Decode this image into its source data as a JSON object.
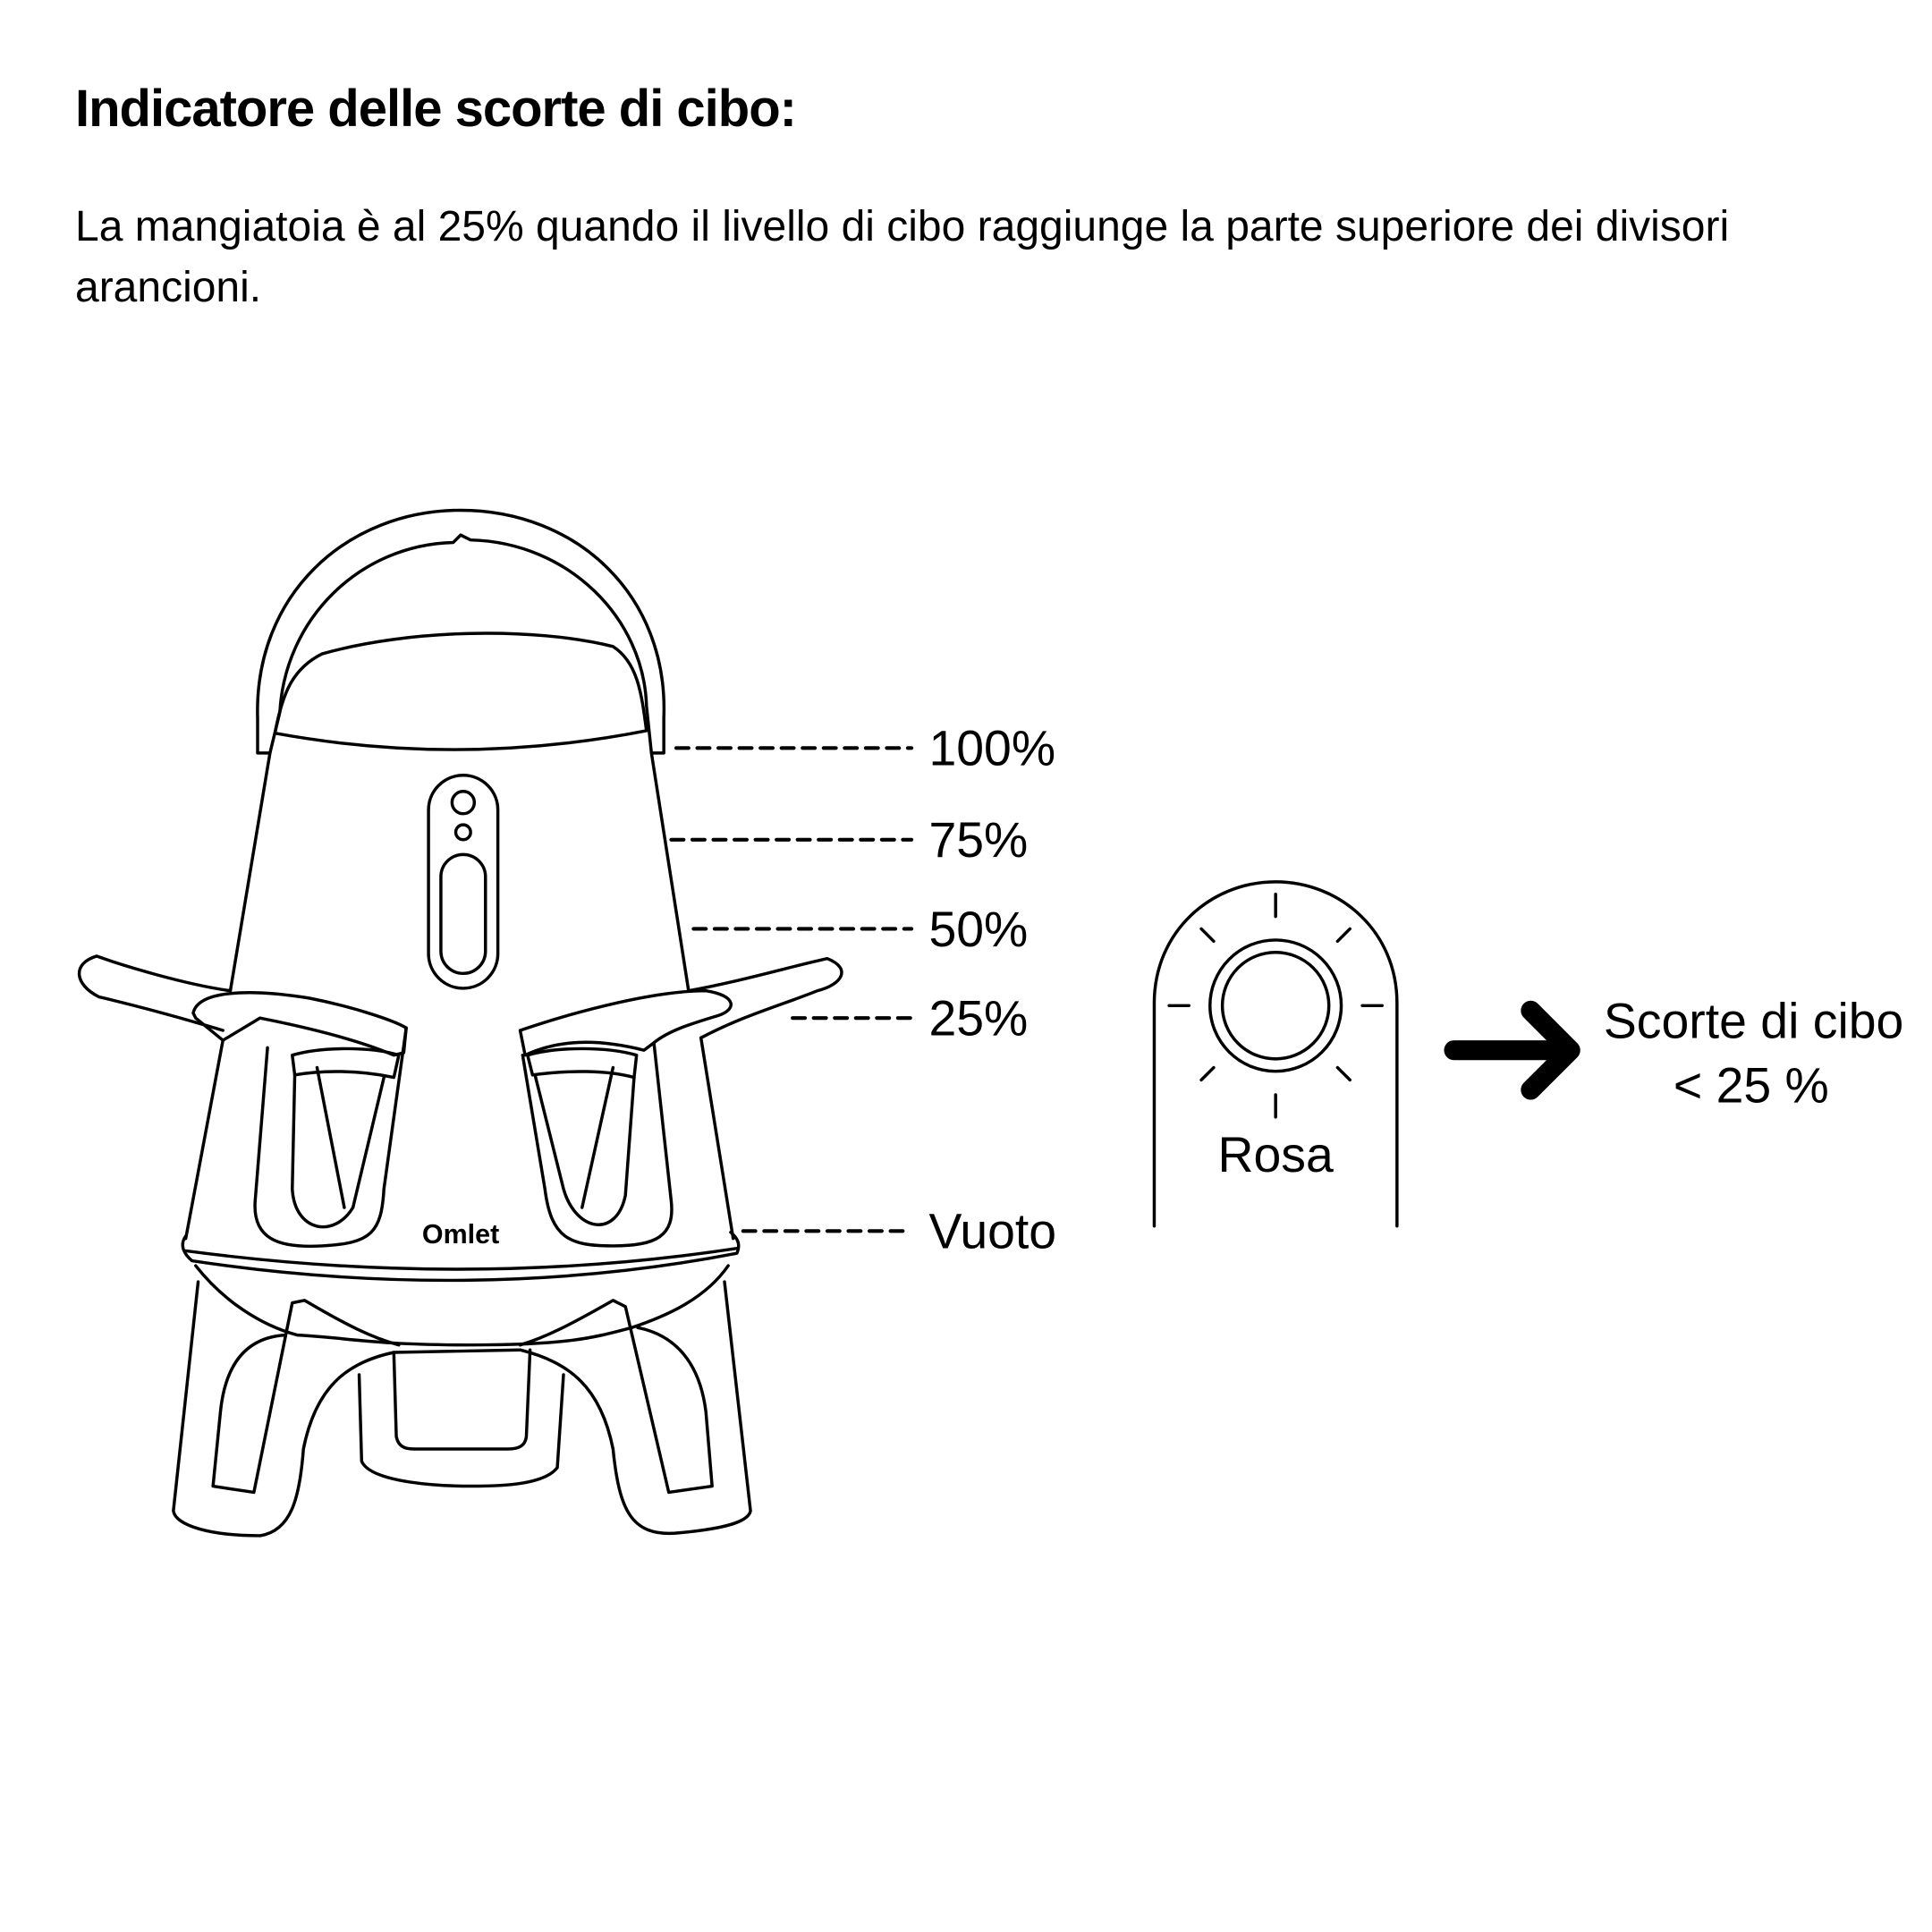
{
  "title": "Indicatore delle scorte di cibo:",
  "description": "La mangiatoia è al 25% quando il livello di cibo raggiunge la parte superiore dei divisori arancioni.",
  "levels": [
    {
      "label": "100%"
    },
    {
      "label": "75%"
    },
    {
      "label": "50%"
    },
    {
      "label": "25%"
    },
    {
      "label": "Vuoto"
    }
  ],
  "brand_logo": "Omlet",
  "indicator": {
    "color_label": "Rosa",
    "result_line1": "Scorte di cibo",
    "result_line2": "< 25 %"
  }
}
